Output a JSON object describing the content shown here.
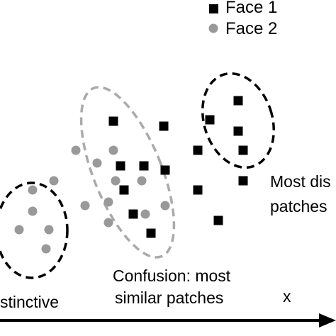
{
  "legend": {
    "face1_label": "Face 1",
    "face2_label": "Face 2"
  },
  "annotations": {
    "most_distinctive_right_line1": "Most dis",
    "most_distinctive_right_line2": "patches",
    "confusion_line1": "Confusion: most",
    "confusion_line2": "similar patches",
    "distinctive_left": "stinctive"
  },
  "axis": {
    "x_label": "x"
  },
  "colors": {
    "face1_marker": "#000000",
    "face2_marker": "#999999",
    "confusion_ellipse": "#aaaaaa",
    "distinctive_ellipse": "#000000"
  }
}
